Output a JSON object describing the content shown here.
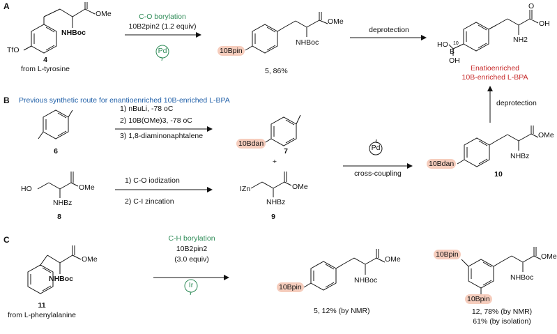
{
  "section_a": {
    "label": "A",
    "cmpd4_id": "4",
    "cmpd4_src": "from L-tyrosine",
    "cmpd4_tfo": "TfO",
    "cmpd4_nhboc": "NHBoc",
    "cmpd4_ome": "OMe",
    "step1_title": "C-O borylation",
    "step1_reagent": "10B2pin2 (1.2 equiv)",
    "step1_cat": "Pd",
    "cmpd5_group": "10Bpin",
    "cmpd5_nhboc": "NHBoc",
    "cmpd5_ome": "OMe",
    "cmpd5_yield": "5, 86%",
    "step2": "deprotection",
    "bpa_ho": "HO",
    "bpa_oh": "OH",
    "bpa_b": "B",
    "bpa_10": "10",
    "bpa_nh2": "NH2",
    "bpa_oh_acid": "OH",
    "bpa_o": "O",
    "bpa_note1": "Enatioenriched",
    "bpa_note2": "10B-enriched L-BPA"
  },
  "section_b": {
    "label": "B",
    "title": "Previous synthetic route for enantioenriched 10B-enriched L-BPA",
    "cmpd6_id": "6",
    "cond1": "1) nBuLi, -78 oC",
    "cond2": "2) 10B(OMe)3, -78 oC",
    "cond3": "3) 1,8-diaminonaphtalene",
    "cmpd7_group": "10Bdan",
    "cmpd7_id": "7",
    "plus": "+",
    "cmpd8_id": "8",
    "cmpd8_ho": "HO",
    "cmpd8_nhbz": "NHBz",
    "cmpd8_ome": "OMe",
    "cond4": "1) C-O iodization",
    "cond5": "2) C-I zincation",
    "cmpd9_izn": "IZn",
    "cmpd9_nhbz": "NHBz",
    "cmpd9_ome": "OMe",
    "cmpd9_id": "9",
    "coupling_cat": "Pd",
    "coupling": "cross-coupling",
    "cmpd10_group": "10Bdan",
    "cmpd10_nhbz": "NHBz",
    "cmpd10_ome": "OMe",
    "cmpd10_id": "10",
    "deprotection": "deprotection"
  },
  "section_c": {
    "label": "C",
    "cmpd11_id": "11",
    "cmpd11_src": "from L-phenylalanine",
    "cmpd11_nhboc": "NHBoc",
    "cmpd11_ome": "OMe",
    "step_title": "C-H borylation",
    "step_reagent": "10B2pin2",
    "step_equiv": "(3.0 equiv)",
    "step_cat": "Ir",
    "prod5_group": "10Bpin",
    "prod5_nhboc": "NHBoc",
    "prod5_ome": "OMe",
    "prod5_yield": "5, 12% (by NMR)",
    "prod12_group_top": "10Bpin",
    "prod12_group_bottom": "10Bpin",
    "prod12_nhboc": "NHBoc",
    "prod12_ome": "OMe",
    "prod12_yield1": "12, 78% (by NMR)",
    "prod12_yield2": "61% (by isolation)"
  }
}
